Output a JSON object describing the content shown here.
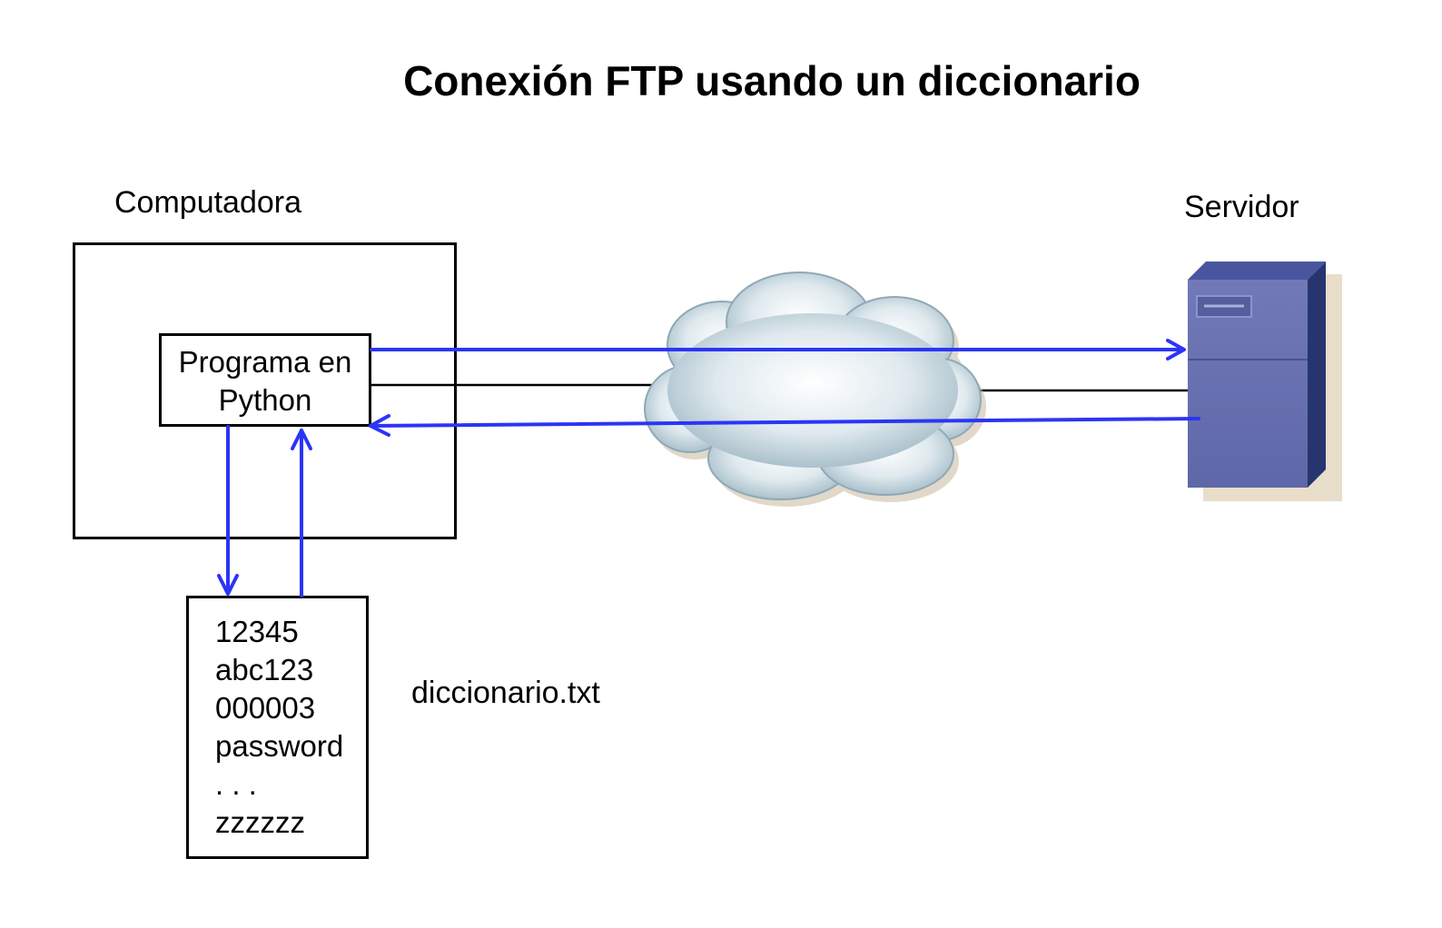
{
  "title": "Conexión FTP usando un diccionario",
  "computer": {
    "label": "Computadora"
  },
  "program": {
    "line1": "Programa en",
    "line2": "Python"
  },
  "server": {
    "label": "Servidor"
  },
  "dictionary": {
    "filename": "diccionario.txt",
    "entries": [
      "12345",
      "abc123",
      "000003",
      "password",
      ". . .",
      "zzzzzz"
    ]
  },
  "colors": {
    "arrow": "#2b35f5",
    "server_front": "#6a72b2",
    "server_side": "#2e3a80",
    "cloud": "#d8e6ec"
  },
  "icons": {
    "cloud": "network-cloud-icon",
    "server": "server-tower-icon"
  }
}
